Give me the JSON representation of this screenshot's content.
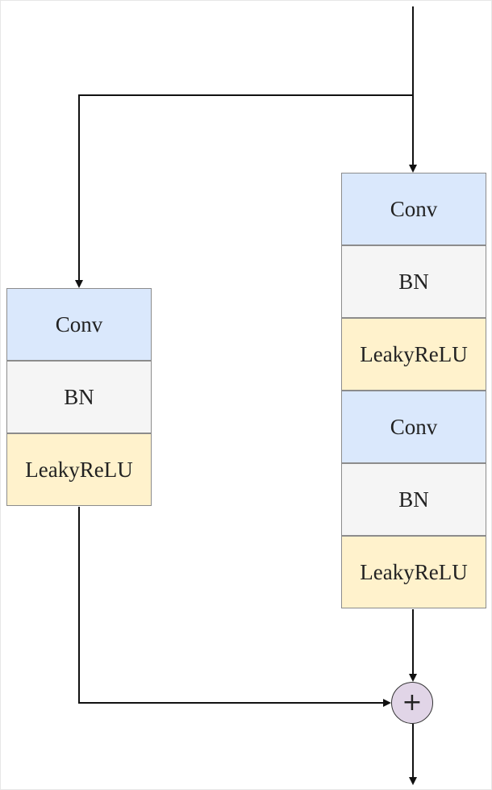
{
  "diagram": {
    "left_branch": {
      "blocks": [
        {
          "label": "Conv",
          "kind": "conv",
          "fill": "#dae8fc"
        },
        {
          "label": "BN",
          "kind": "bn",
          "fill": "#f5f5f5"
        },
        {
          "label": "LeakyReLU",
          "kind": "relu",
          "fill": "#fff2cc"
        }
      ]
    },
    "right_branch": {
      "blocks": [
        {
          "label": "Conv",
          "kind": "conv",
          "fill": "#dae8fc"
        },
        {
          "label": "BN",
          "kind": "bn",
          "fill": "#f5f5f5"
        },
        {
          "label": "LeakyReLU",
          "kind": "relu",
          "fill": "#fff2cc"
        },
        {
          "label": "Conv",
          "kind": "conv",
          "fill": "#dae8fc"
        },
        {
          "label": "BN",
          "kind": "bn",
          "fill": "#f5f5f5"
        },
        {
          "label": "LeakyReLU",
          "kind": "relu",
          "fill": "#fff2cc"
        }
      ]
    },
    "merge_node": {
      "symbol": "+",
      "fill": "#e1d5e7"
    }
  }
}
